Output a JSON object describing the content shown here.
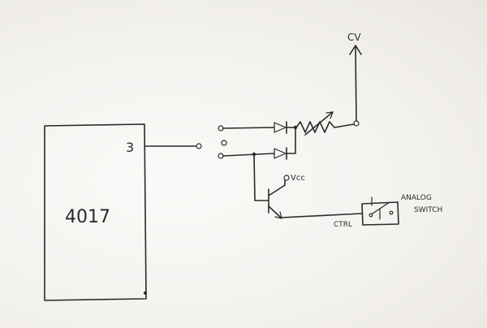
{
  "diagram": {
    "ic_label": "4017",
    "pin_label": "3",
    "cv_label": "CV",
    "vcc_label": "Vcc",
    "ctrl_label": "CTRL",
    "switch_label_line1": "ANALOG",
    "switch_label_line2": "SWITCH"
  }
}
